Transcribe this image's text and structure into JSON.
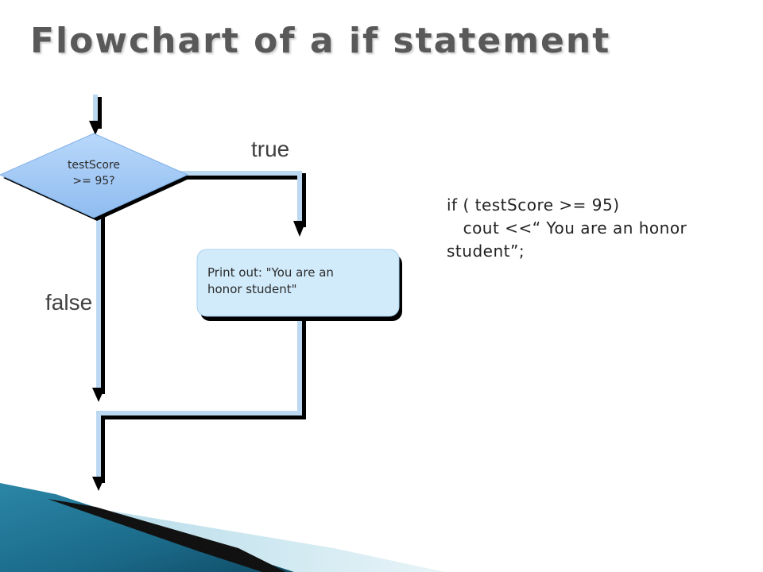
{
  "slide": {
    "title": "Flowchart of a if statement"
  },
  "flowchart": {
    "decision": {
      "line1": "testScore",
      "line2": ">= 95?"
    },
    "process": {
      "line1": "Print out: \"You are an",
      "line2": "honor student\""
    },
    "true_label": "true",
    "false_label": "false"
  },
  "code": {
    "line1": "if ( testScore >= 95)",
    "line2": "   cout <<“ You are an honor",
    "line3": "student”;"
  },
  "colors": {
    "title": "#595959",
    "diamond_fill": "#a9cdf7",
    "box_fill": "#d1ebfb",
    "connector": "#bcd9f1",
    "shadow": "#000000",
    "accent_dark_blue": "#1b6a8a",
    "accent_light_blue": "#bfe3ef"
  }
}
